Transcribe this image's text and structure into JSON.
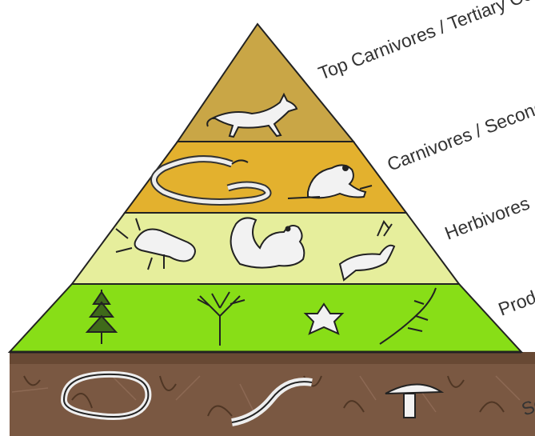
{
  "pyramid": {
    "levels": [
      {
        "label": "Top Carnivores / Tertiary Consumers",
        "color": "#c9a646",
        "organisms": [
          "fox"
        ]
      },
      {
        "label": "Carnivores / Secondary Consumers",
        "color": "#e3b12e",
        "organisms": [
          "snake",
          "frog"
        ]
      },
      {
        "label": "Herbivores",
        "color": "#e6ee9c",
        "organisms": [
          "beetle",
          "squirrel",
          "deer"
        ]
      },
      {
        "label": "Producers",
        "color": "#88de17",
        "organisms": [
          "pine-tree",
          "tree",
          "flower",
          "plant"
        ]
      }
    ],
    "base": {
      "label": "Soil",
      "color": "#7a5842",
      "organisms": [
        "centipede",
        "worm",
        "mushroom"
      ]
    }
  }
}
